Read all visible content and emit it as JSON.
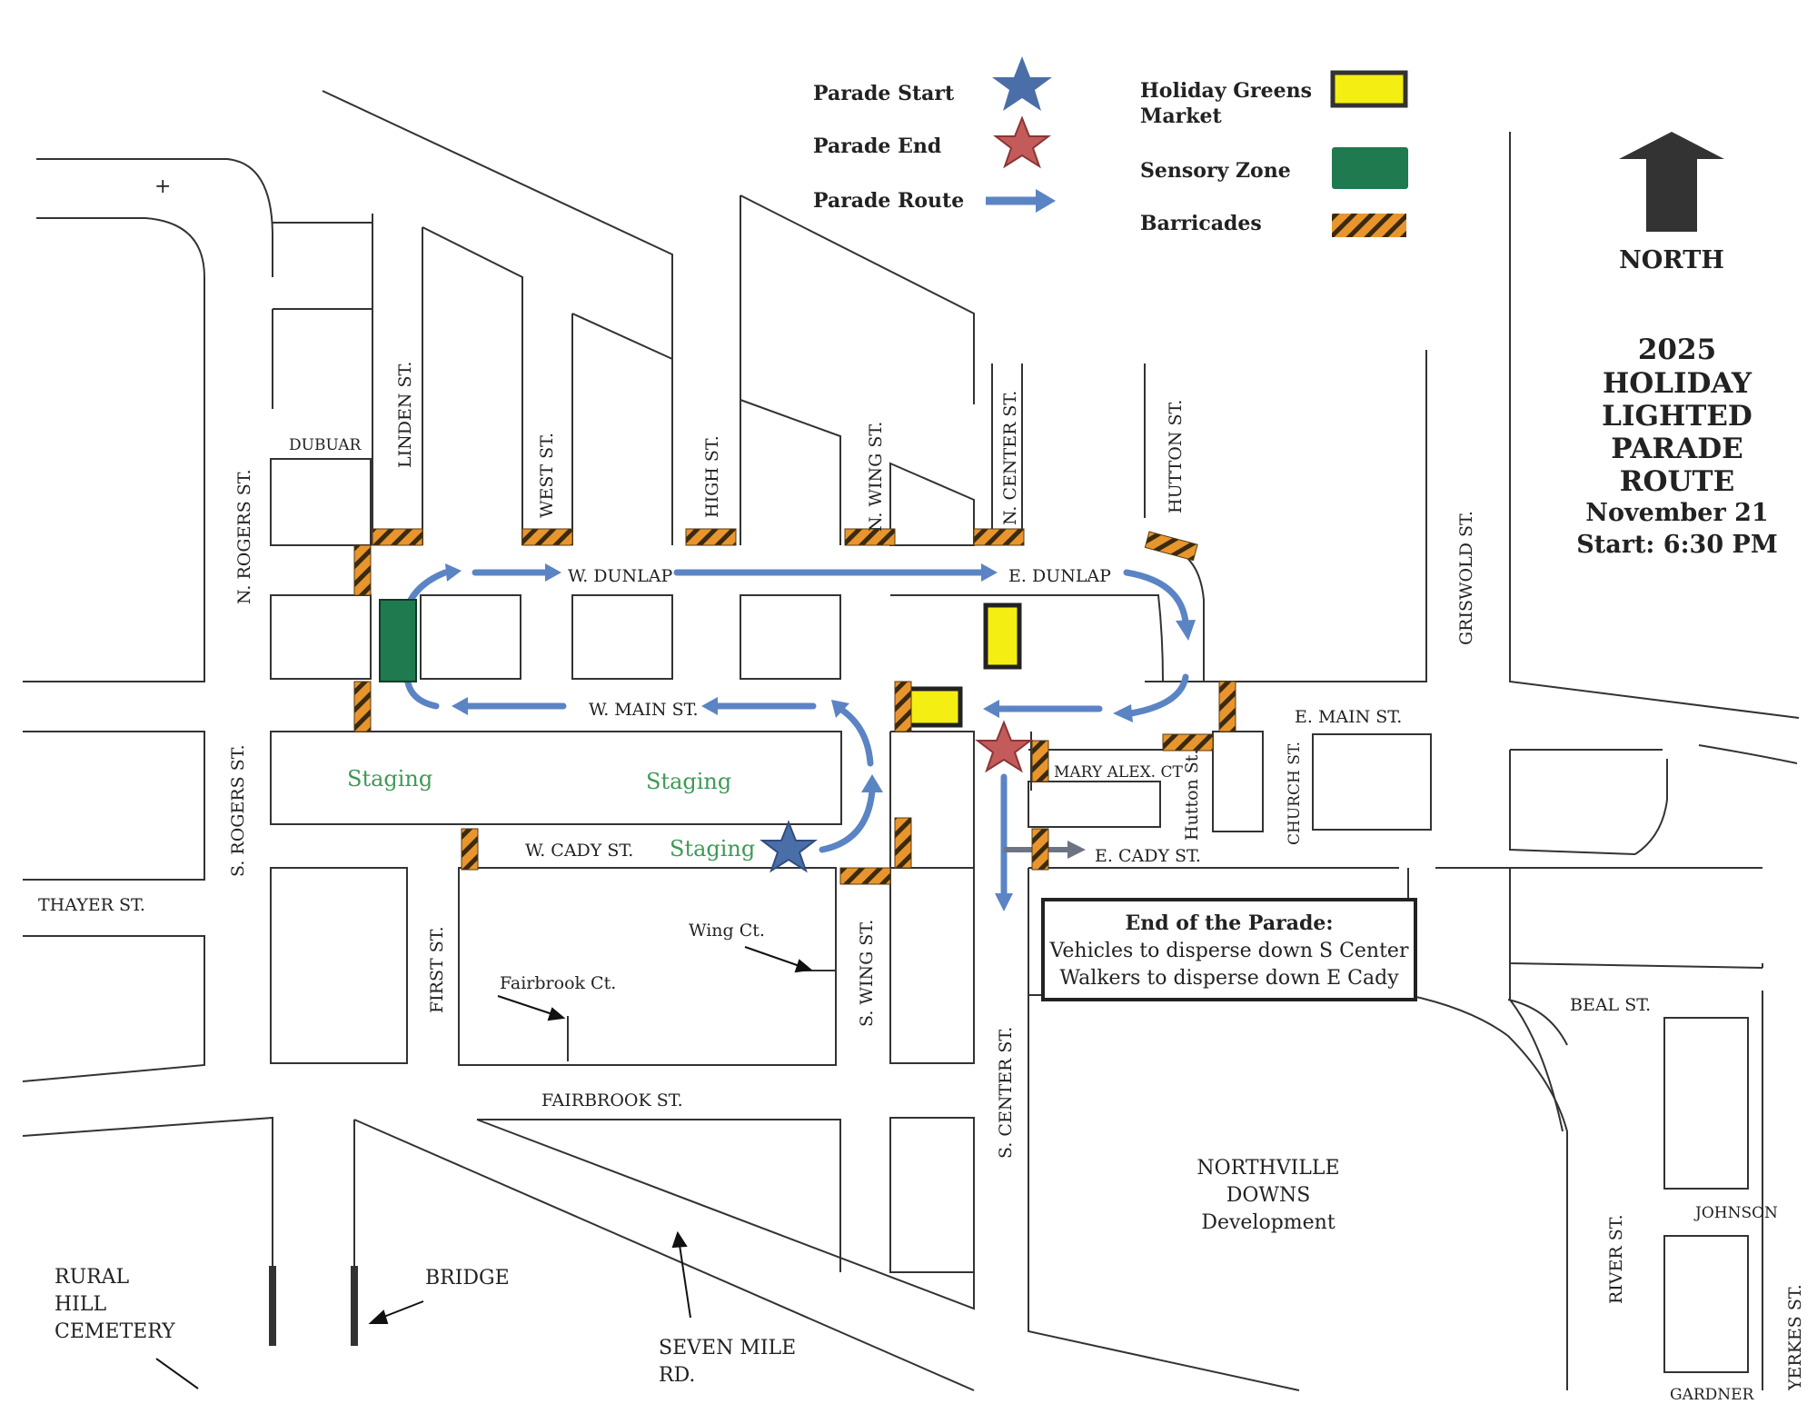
{
  "legend": {
    "parade_start": "Parade Start",
    "parade_end": "Parade End",
    "parade_route": "Parade Route",
    "holiday_greens_market_line1": "Holiday Greens",
    "holiday_greens_market_line2": "Market",
    "sensory_zone": "Sensory Zone",
    "barricades": "Barricades"
  },
  "compass": {
    "label": "NORTH"
  },
  "title": {
    "year": "2025",
    "line1": "HOLIDAY",
    "line2": "LIGHTED",
    "line3": "PARADE",
    "line4": "ROUTE",
    "date": "November 21",
    "start": "Start: 6:30 PM"
  },
  "streets": {
    "dubuar": "DUBUAR",
    "linden": "LINDEN ST.",
    "west": "WEST ST.",
    "high": "HIGH ST.",
    "n_wing": "N. WING ST.",
    "n_center": "N. CENTER ST.",
    "hutton_upper": "HUTTON ST.",
    "griswold": "GRISWOLD ST.",
    "n_rogers": "N. ROGERS ST.",
    "w_dunlap": "W. DUNLAP",
    "e_dunlap": "E. DUNLAP",
    "w_main": "W. MAIN ST.",
    "e_main": "E. MAIN ST.",
    "s_rogers": "S. ROGERS ST.",
    "w_cady": "W. CADY ST.",
    "e_cady": "E. CADY ST.",
    "mary_alex": "MARY ALEX. CT",
    "hutton_lower": "Hutton St.",
    "church": "CHURCH ST.",
    "thayer": "THAYER ST.",
    "first": "FIRST ST.",
    "wing_ct": "Wing Ct.",
    "fairbrook_ct": "Fairbrook Ct.",
    "s_wing": "S. WING ST.",
    "fairbrook": "FAIRBROOK ST.",
    "s_center": "S. CENTER ST.",
    "beal": "BEAL ST.",
    "johnson": "JOHNSON",
    "river": "RIVER ST.",
    "yerkes": "YERKES ST.",
    "gardner": "GARDNER",
    "seven_mile_line1": "SEVEN MILE",
    "seven_mile_line2": "RD."
  },
  "staging": [
    "Staging",
    "Staging",
    "Staging"
  ],
  "places": {
    "northville_line1": "NORTHVILLE",
    "northville_line2": "DOWNS",
    "northville_line3": "Development",
    "cemetery_line1": "RURAL",
    "cemetery_line2": "HILL",
    "cemetery_line3": "CEMETERY",
    "bridge": "BRIDGE",
    "plus": "+"
  },
  "end_note": {
    "title": "End of the Parade:",
    "line1": "Vehicles to disperse down S Center",
    "line2": "Walkers to disperse down E Cady"
  },
  "colors": {
    "route": "#5b84c4",
    "start_star": "#4a6fa8",
    "end_star": "#c45b5b",
    "market": "#f5ee12",
    "sensory": "#1f7a4f",
    "barricade_orange": "#e8952e",
    "barricade_dark": "#3a2a10",
    "staging_text": "#3e9a57",
    "exit_arrow": "#6c7383"
  }
}
